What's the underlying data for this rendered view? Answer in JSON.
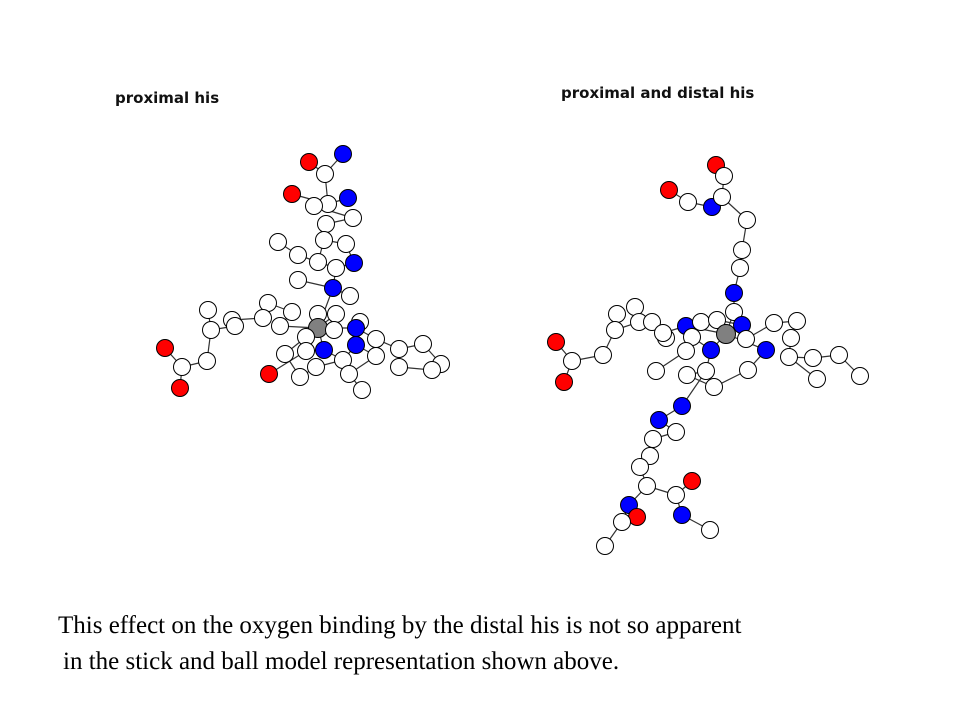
{
  "panels": {
    "left": {
      "label": "proximal his"
    },
    "right": {
      "label": "proximal and distal his"
    }
  },
  "caption": {
    "line1": "This effect on the oxygen binding by the distal his is not so apparent",
    "line2": "in the stick and ball model  representation shown above."
  },
  "atom_colors": {
    "carbon": "#ffffff",
    "nitrogen": "#0000ff",
    "oxygen": "#ff0000",
    "iron": "#808080",
    "outline": "#000000"
  }
}
